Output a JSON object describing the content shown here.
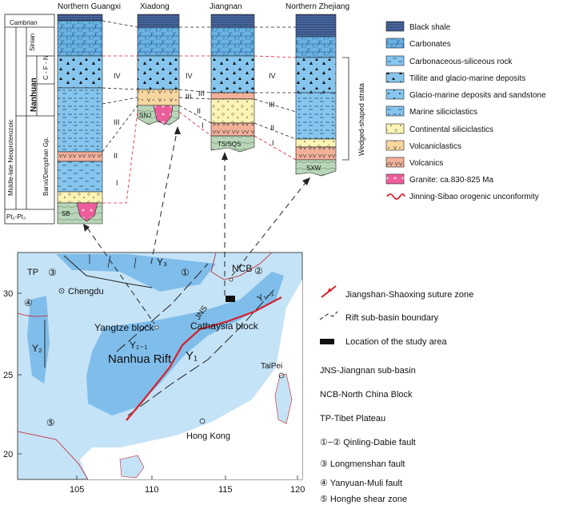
{
  "columns": {
    "northern_guangxi": "Northern Guangxi",
    "xiadong": "Xiadong",
    "jiangnan": "Jiangnan",
    "northern_zhejiang": "Northern Zhejiang"
  },
  "strat": {
    "cambrian": "Cambrian",
    "sinian": "Sinian",
    "nanhuan": "Nanhuan",
    "cfn": "C - F - N",
    "banxi": "Banxi/Dengshan Gp.",
    "middle_late": "Middle-late Neoproterozoic",
    "pt": "Pt₂-Pt₃",
    "wedged": "Wedged-shaped strata"
  },
  "units": {
    "iv": "IV",
    "iii": "III",
    "ii": "II",
    "i": "I"
  },
  "basements": {
    "sb": "SB",
    "snj": "SNJ",
    "ts": "TS/SQS",
    "sxw": "SXW"
  },
  "legend_top": [
    {
      "label": "Black shale",
      "color": "#4f6fa8"
    },
    {
      "label": "Carbonates",
      "color": "#69b2e4"
    },
    {
      "label": "Carbonaceous-siliceous rock",
      "color": "#86c6ee"
    },
    {
      "label": "Tillite and glacio-marine deposits",
      "color": "#86c6ee"
    },
    {
      "label": "Glacio-marine deposits and sandstone",
      "color": "#86c6ee"
    },
    {
      "label": "Marine siliciclastics",
      "color": "#86c6ee"
    },
    {
      "label": "Continental siliciclastics",
      "color": "#fbf4b4"
    },
    {
      "label": "Volcaniclastics",
      "color": "#f7d7a0"
    },
    {
      "label": "Volcanics",
      "color": "#f3b19a"
    },
    {
      "label": "Granite: ca.830-825 Ma",
      "color": "#ec5e9b"
    },
    {
      "label": "Jinning-Sibao orogenic unconformity",
      "color": "#e2202e"
    }
  ],
  "map": {
    "tp": "TP",
    "ncb": "NCB",
    "chengdu": "Chengdu",
    "yangtze": "Yangtze block",
    "cathaysia": "Cathaysia block",
    "nanhua": "Nanhua Rift",
    "y1": "Y₁",
    "y11": "Y₁₋₁",
    "y12": "Y₁₋₂",
    "y2": "Y₂",
    "y3": "Y₃",
    "jns": "JNS",
    "hongkong": "Hong Kong",
    "taipei": "TaiPei",
    "lat": [
      "30",
      "25",
      "20"
    ],
    "lon": [
      "105",
      "110",
      "115",
      "120"
    ],
    "circ": [
      "①",
      "②",
      "③",
      "④",
      "⑤"
    ]
  },
  "legend_map": {
    "suture": "Jiangshan-Shaoxing suture  zone",
    "rift_boundary": "Rift sub-basin boundary",
    "study_area": "Location of the study area",
    "jns": "JNS-Jiangnan sub-basin",
    "ncb": "NCB-North China Block",
    "tp": "TP-Tibet Plateau",
    "f12": "①−② Qinling-Dabie fault",
    "f3": "③  Longmenshan fault",
    "f4": "④  Yanyuan-Muli fault",
    "f5": "⑤  Honghe shear zone"
  }
}
